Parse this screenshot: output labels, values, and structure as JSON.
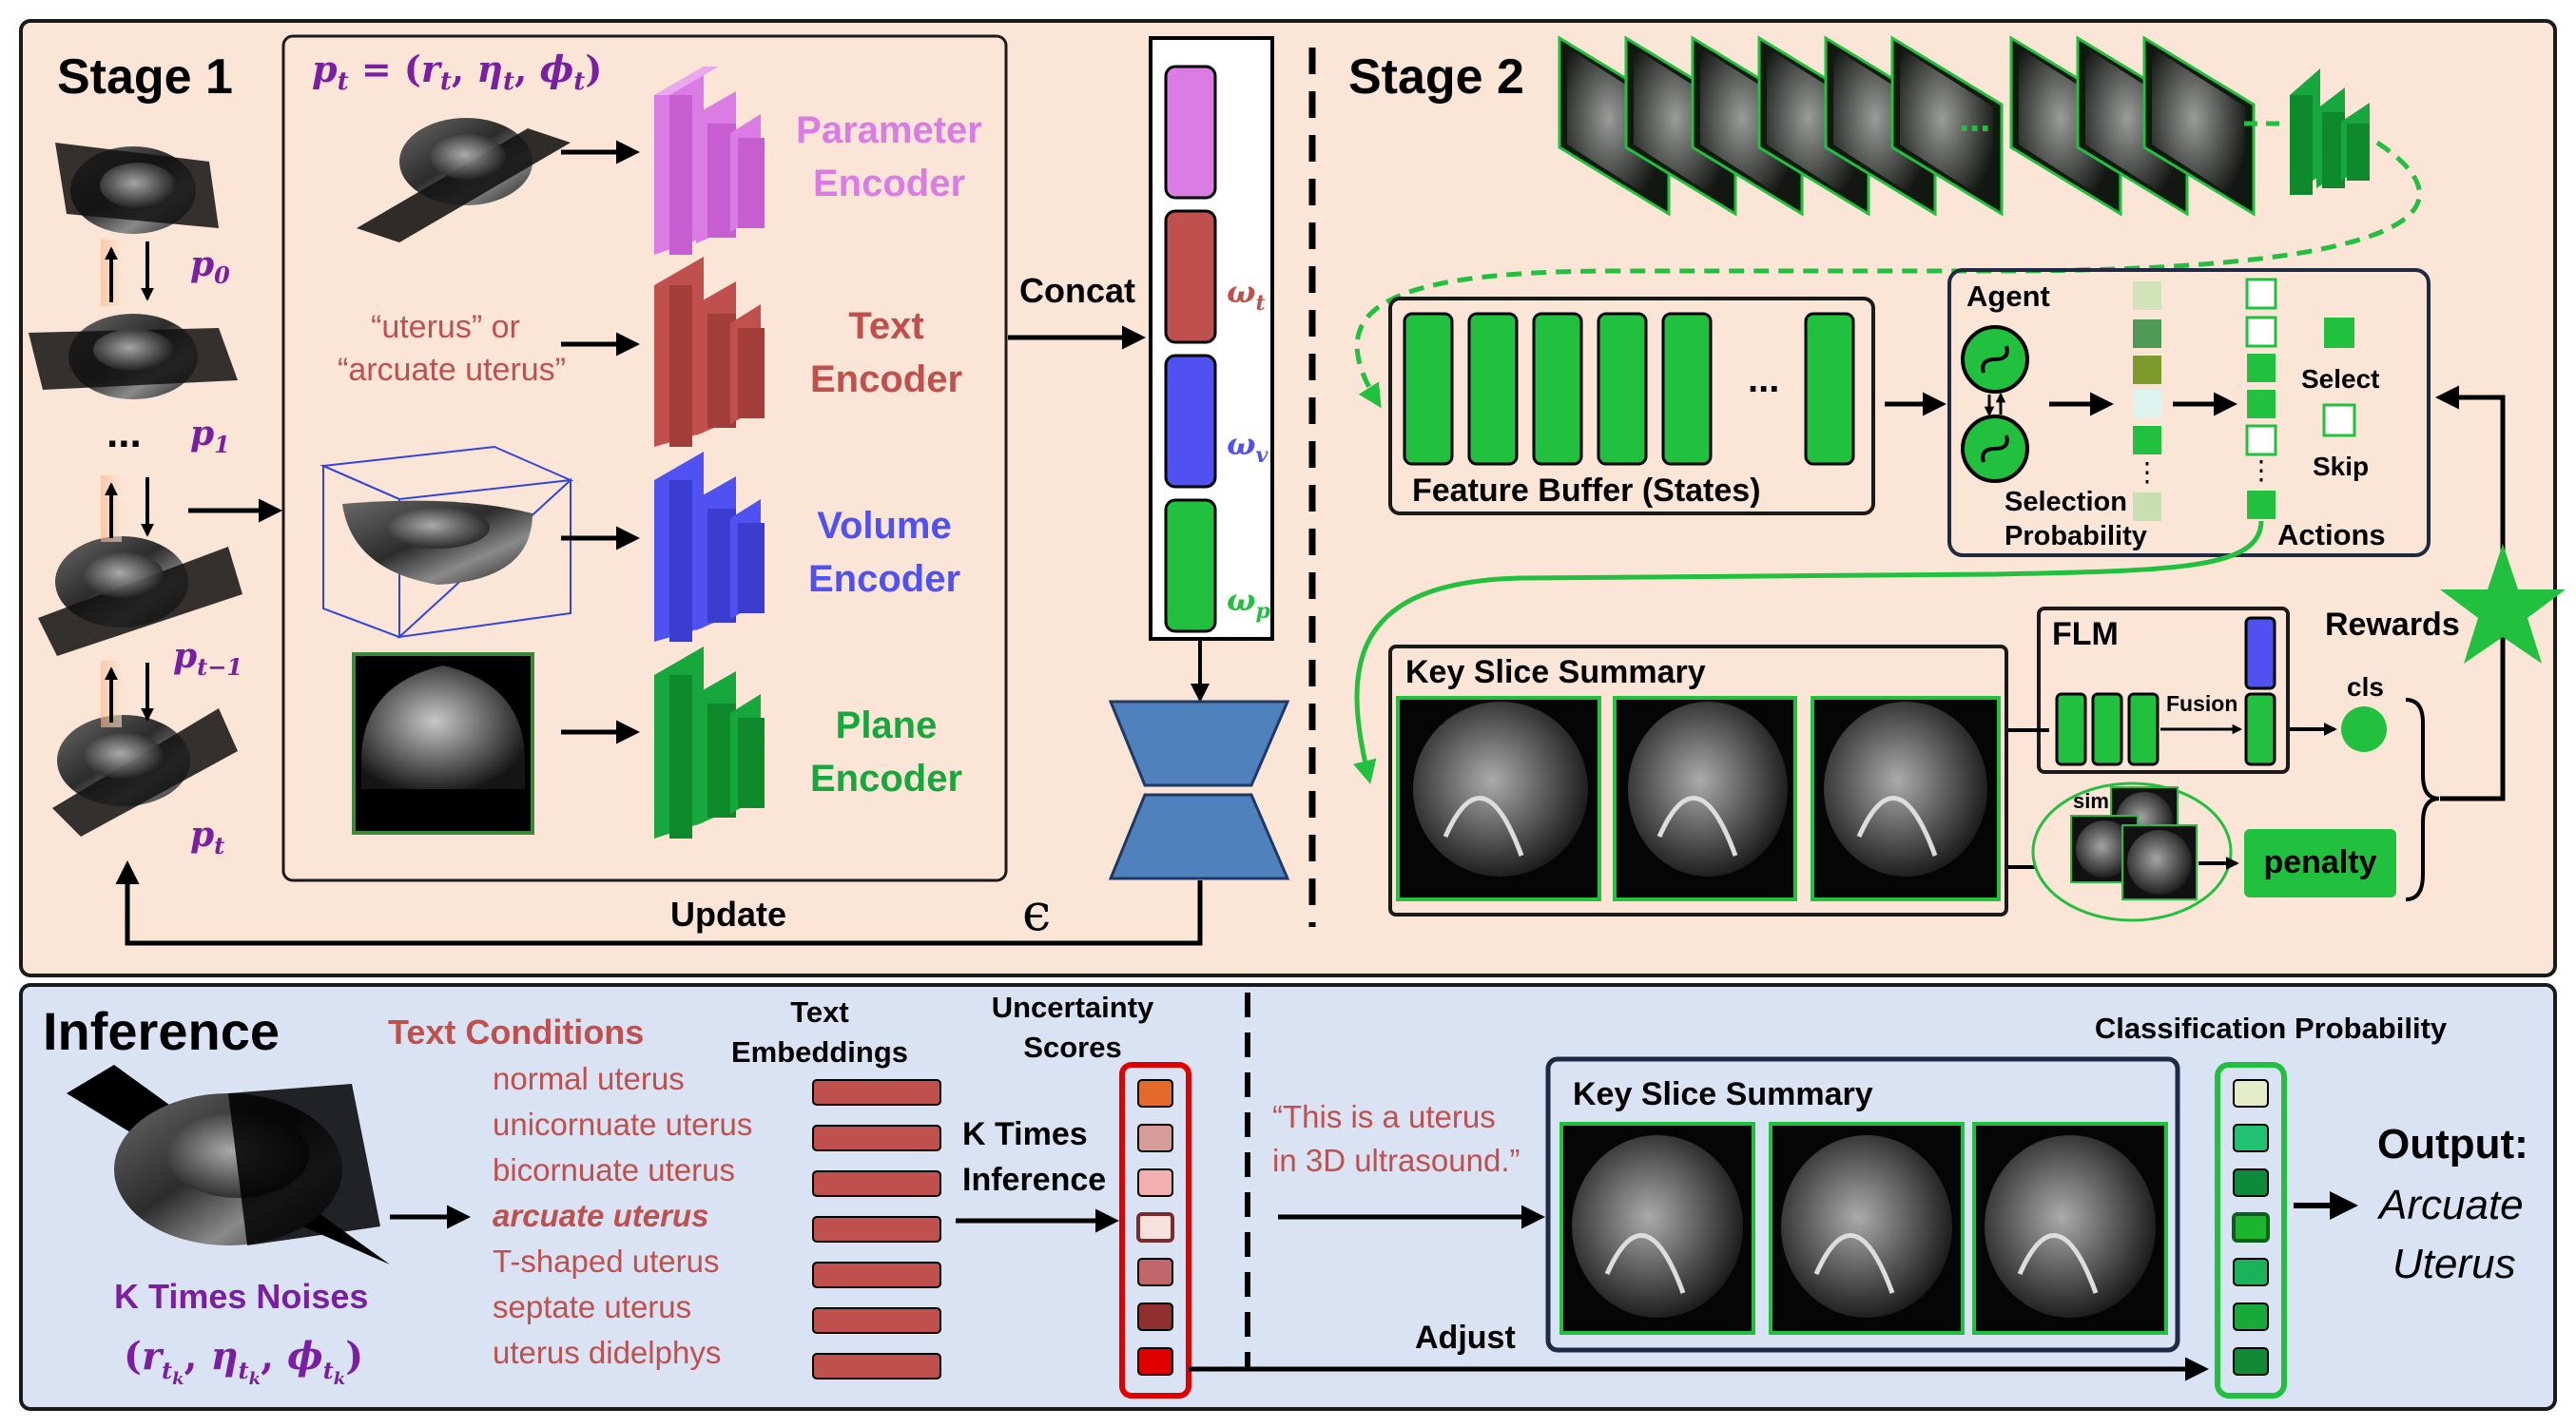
{
  "stage1": {
    "title": "Stage 1",
    "param_formula": "p_t = (r_t, η_t, ϕ_t)",
    "pose_labels": [
      "p_0",
      "p_1",
      "p_{t−1}",
      "p_t"
    ],
    "ellipsis": "...",
    "text_prompt_1": "“uterus”  or",
    "text_prompt_2": "“arcuate uterus”",
    "encoders": [
      {
        "line1": "Parameter",
        "line2": "Encoder",
        "color": "#DA7CE3"
      },
      {
        "line1": "Text",
        "line2": "Encoder",
        "color": "#C0504D"
      },
      {
        "line1": "Volume",
        "line2": "Encoder",
        "color": "#4F52F0"
      },
      {
        "line1": "Plane",
        "line2": "Encoder",
        "color": "#16A83C"
      }
    ],
    "concat_label": "Concat",
    "omega_labels": [
      "ω_t",
      "ω_v",
      "ω_p"
    ],
    "update_label": "Update",
    "epsilon": "ϵ"
  },
  "stage2": {
    "title": "Stage 2",
    "ellipsis": "...",
    "feature_buffer_label": "Feature Buffer (States)",
    "agent_label": "Agent",
    "selection_probability_1": "Selection",
    "selection_probability_2": "Probability",
    "actions_label": "Actions",
    "select_label": "Select",
    "skip_label": "Skip",
    "flm_label": "FLM",
    "fusion_label": "Fusion",
    "cls_label": "cls",
    "rewards_label": "Rewards",
    "key_slice_summary": "Key Slice Summary",
    "sim_label": "sim",
    "penalty_label": "penalty"
  },
  "inference": {
    "title": "Inference",
    "noise_label": "K Times Noises",
    "noise_formula": "(r_{t_k}, η_{t_k}, ϕ_{t_k})",
    "text_conditions_title": "Text Conditions",
    "conditions": [
      "normal uterus",
      "unicornuate uterus",
      "bicornuate uterus",
      "arcuate uterus",
      "T-shaped uterus",
      "septate uterus",
      "uterus didelphys"
    ],
    "highlighted_condition": "arcuate uterus",
    "text_embeddings_1": "Text",
    "text_embeddings_2": "Embeddings",
    "uncertainty_1": "Uncertainty",
    "uncertainty_2": "Scores",
    "k_times_1": "K Times",
    "k_times_2": "Inference",
    "uncertainty_colors": [
      "#E46A2C",
      "#D89C98",
      "#F3AFB0",
      "#F7E1DF",
      "#C1666B",
      "#8F2F2F",
      "#E00000"
    ],
    "quote_1": "“This is a uterus",
    "quote_2": "in 3D ultrasound.”",
    "key_slice_summary": "Key Slice Summary",
    "classification_probability": "Classification Probability",
    "class_colors": [
      "#E4EBC9",
      "#20C170",
      "#0D8A3B",
      "#1DB42E",
      "#19B15A",
      "#19A83A",
      "#128A35"
    ],
    "adjust_label": "Adjust",
    "output_label": "Output:",
    "output_value_1": "Arcuate",
    "output_value_2": "Uterus"
  },
  "colors": {
    "top_bg": "#FBE5D6",
    "bottom_bg": "#DAE3F3",
    "green": "#21C03F",
    "green_dark": "#0E8E2E",
    "purple_label": "#7B1FA2",
    "red_text": "#C0504D"
  }
}
